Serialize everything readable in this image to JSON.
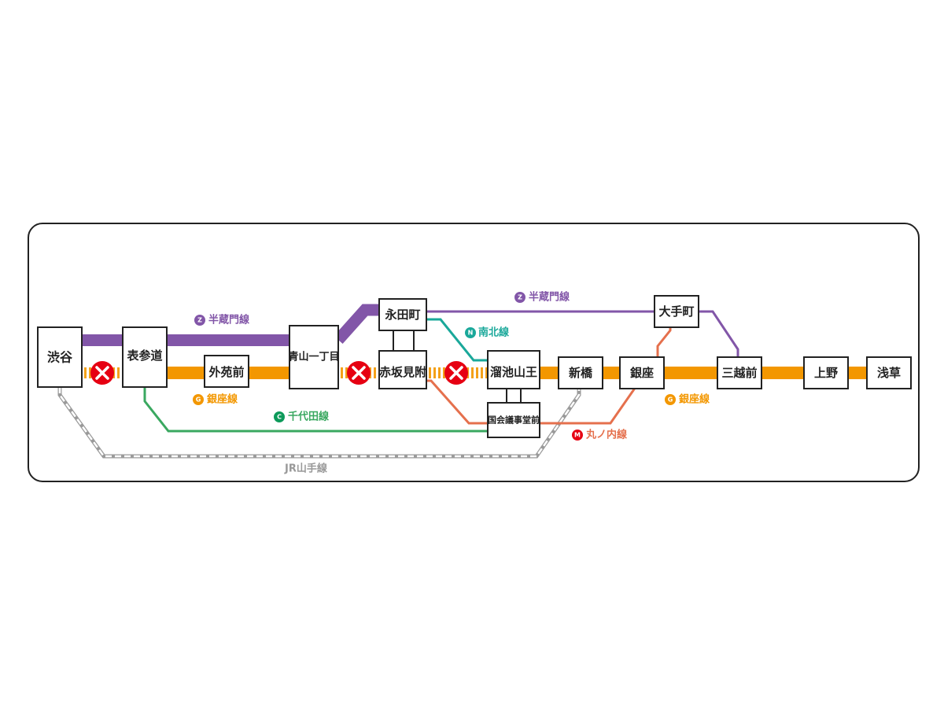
{
  "colors": {
    "hanzomon": "#8256a8",
    "ginza": "#f39700",
    "chiyoda": "#3aa860",
    "namboku": "#1aa89a",
    "marunouchi": "#e5704d",
    "marunouchi_badge": "#e60012",
    "jr": "#aaaaaa",
    "suspended": "#e60012"
  },
  "stations": {
    "shibuya": "渋谷",
    "omotesando": "表参道",
    "gaienmae": "外苑前",
    "aoyama_itchome": "青山一丁目",
    "nagatacho": "永田町",
    "akasaka_mitsuke": "赤坂見附",
    "tameike_sanno": "溜池山王",
    "kokkai_gijidomae": "国会議事堂前",
    "shimbashi": "新橋",
    "ginza": "銀座",
    "otemachi": "大手町",
    "mitsukoshimae": "三越前",
    "ueno": "上野",
    "asakusa": "浅草"
  },
  "lines": {
    "hanzomon": {
      "badge": "Z",
      "name": "半蔵門線"
    },
    "ginza": {
      "badge": "G",
      "name": "銀座線"
    },
    "chiyoda": {
      "badge": "C",
      "name": "千代田線"
    },
    "namboku": {
      "badge": "N",
      "name": "南北線"
    },
    "marunouchi": {
      "badge": "M",
      "name": "丸ノ内線"
    },
    "jr": {
      "name": "JR山手線"
    }
  },
  "suspended_sections": [
    {
      "from": "渋谷",
      "to": "表参道",
      "status": "suspended"
    },
    {
      "from": "青山一丁目",
      "to": "赤坂見附",
      "status": "suspended"
    },
    {
      "from": "赤坂見附",
      "to": "溜池山王",
      "status": "suspended"
    }
  ]
}
